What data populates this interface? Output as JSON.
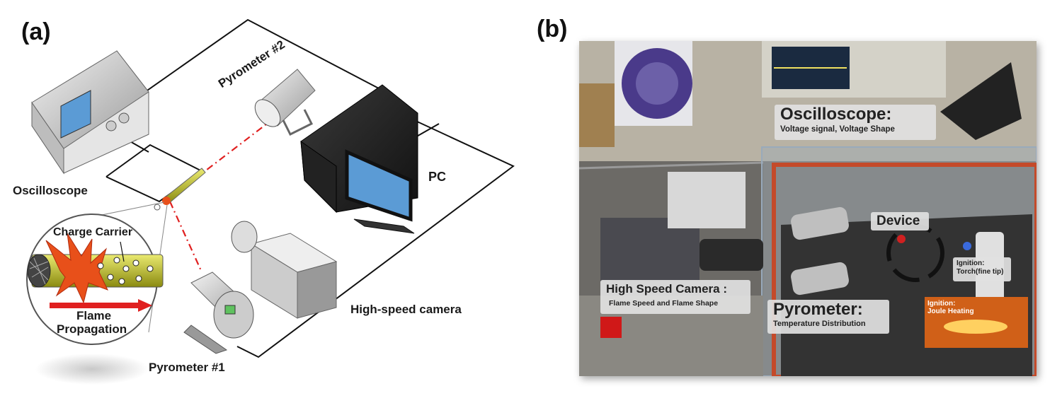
{
  "panel_a": {
    "letter": "(a)",
    "labels": {
      "oscilloscope": "Oscilloscope",
      "pyrometer2": "Pyrometer #2",
      "pc": "PC",
      "charge_carrier": "Charge Carrier",
      "flame_line1": "Flame",
      "flame_line2": "Propagation",
      "high_speed_camera": "High-speed camera",
      "pyrometer1": "Pyrometer #1"
    }
  },
  "panel_b": {
    "letter": "(b)",
    "oscilloscope": {
      "title": "Oscilloscope:",
      "subtitle": "Voltage signal, Voltage Shape"
    },
    "device": "Device",
    "ignition_torch": {
      "line1": "Ignition:",
      "line2": "Torch(fine tip)"
    },
    "high_speed_camera": {
      "title": "High Speed Camera :",
      "subtitle": "Flame Speed and Flame Shape"
    },
    "pyrometer": {
      "title": "Pyrometer:",
      "subtitle": "Temperature Distribution"
    },
    "ignition_joule": {
      "line1": "Ignition:",
      "line2": "Joule Heating"
    }
  },
  "colors": {
    "screen_blue": "#5b9bd5",
    "laser_red": "#e02020",
    "carrier_yellow": "#c8c832",
    "flame_orange": "#e8501a"
  }
}
